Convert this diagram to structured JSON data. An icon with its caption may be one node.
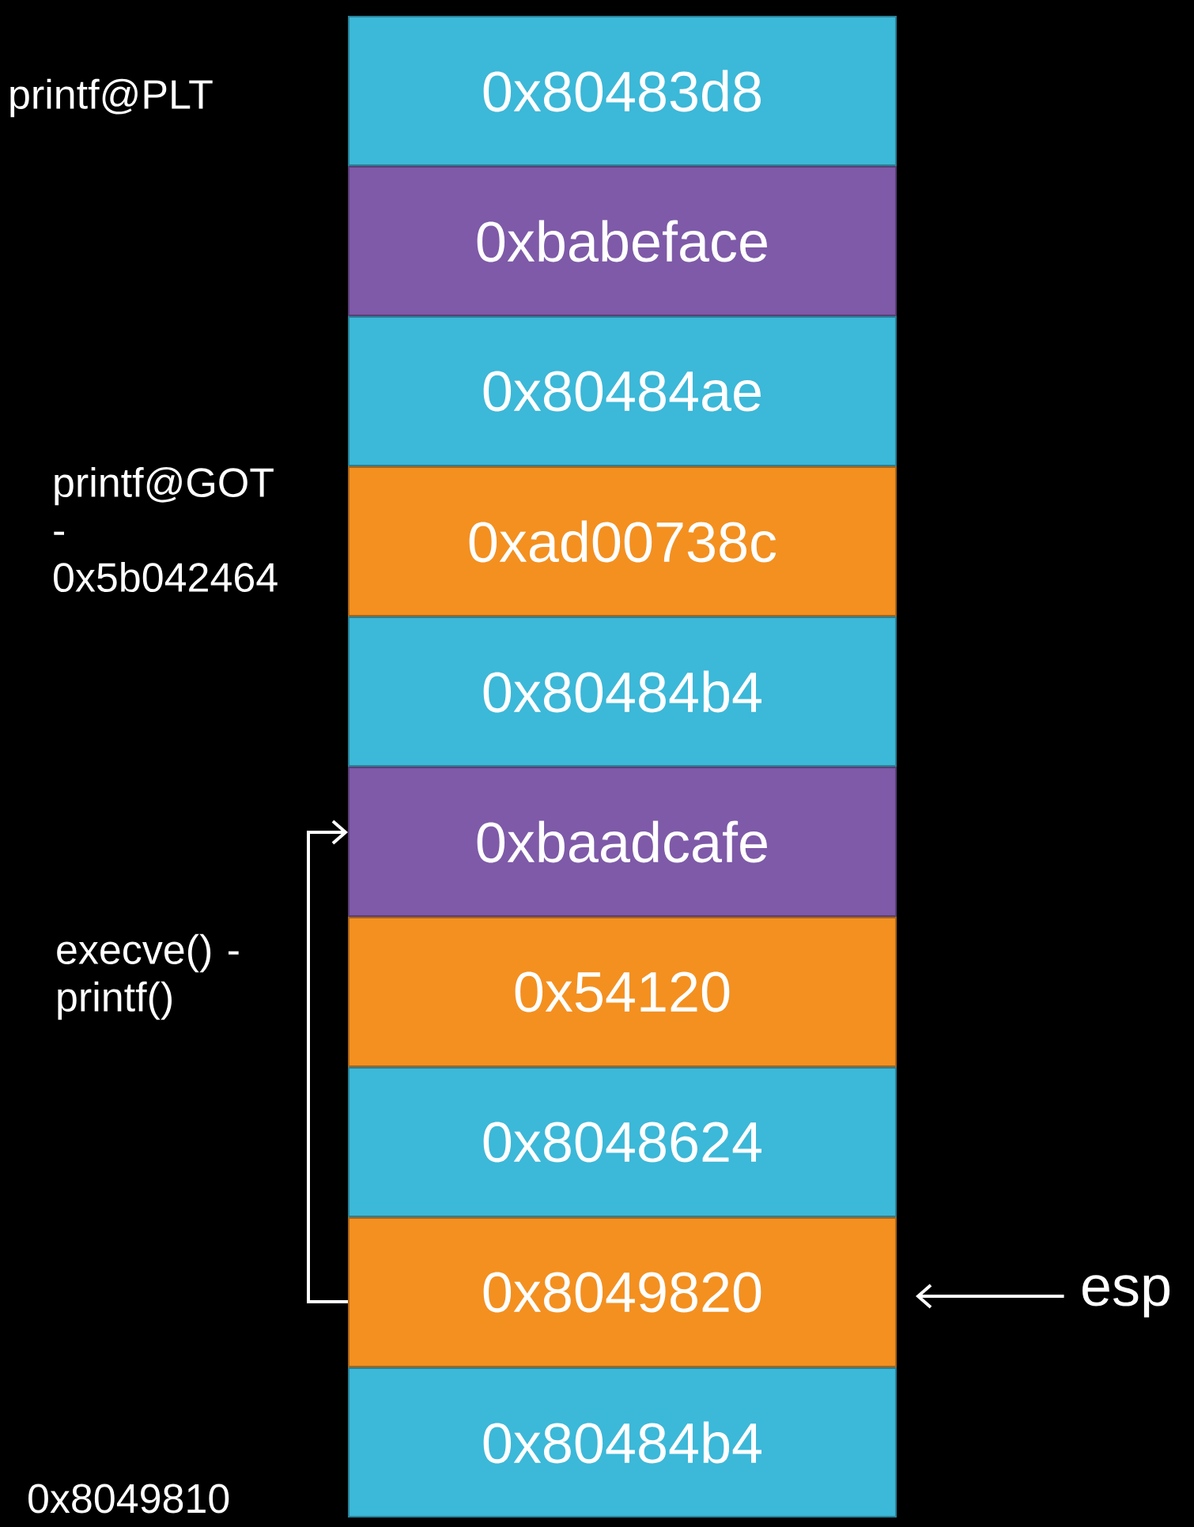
{
  "diagram": {
    "nodes": [
      {
        "text": [
          "0x80483d8"
        ],
        "beside": [
          "printf@PLT"
        ]
      },
      {
        "text": [
          "0xbabeface"
        ]
      },
      {
        "text": [
          "0x80484ae"
        ]
      },
      {
        "text": [
          "0xad00738c"
        ],
        "beside": [
          "printf@GOT -0x5b042464"
        ]
      },
      {
        "text": [
          "0x80484b4"
        ]
      },
      {
        "text": [
          "0xbaadcafe"
        ]
      },
      {
        "text": [
          "0x54120"
        ]
      },
      {
        "text": [
          "0x8048624"
        ]
      },
      {
        "text": [
          "0x8049820"
        ]
      },
      {
        "text": [
          "0x80484b4"
        ],
        "beside": [
          "0x8049810"
        ]
      },
      {
        "text": [
          "esp"
        ]
      }
    ],
    "edges": [
      {
        "from": 8,
        "to": 5,
        "arrow": "to",
        "label": "execve() - printf()"
      },
      {
        "from": 10,
        "to": 8,
        "arrow": "to"
      }
    ]
  }
}
